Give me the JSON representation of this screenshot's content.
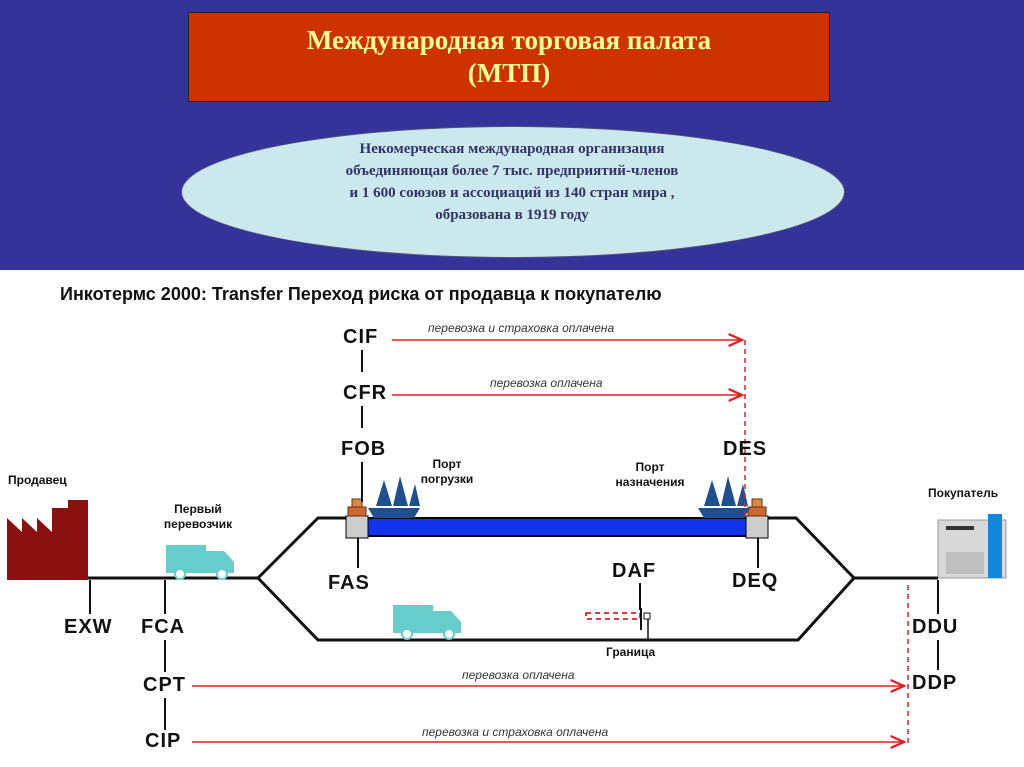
{
  "header": {
    "title_line1": "Международная торговая палата",
    "title_line2": "(МТП)",
    "desc_line1": "Некомерческая международная организация",
    "desc_line2": "объединяющая более 7 тыс. предприятий-членов",
    "desc_line3": "и 1 600 союзов и ассоциаций из 140 стран мира ,",
    "desc_line4": "образована в 1919 году"
  },
  "diagram": {
    "title": "Инкотермс 2000: Transfer Переход риска от продавца к покупателю",
    "terms": {
      "cif": "CIF",
      "cfr": "CFR",
      "fob": "FOB",
      "des": "DES",
      "fas": "FAS",
      "daf": "DAF",
      "deq": "DEQ",
      "exw": "EXW",
      "fca": "FCA",
      "cpt": "CPT",
      "cip": "CIP",
      "ddu": "DDU",
      "ddp": "DDP"
    },
    "notes": {
      "cif": "перевозка и страховка оплачена",
      "cfr": "перевозка оплачена",
      "cpt": "перевозка оплачена",
      "cip": "перевозка и страховка оплачена"
    },
    "places": {
      "seller": "Продавец",
      "buyer": "Покупатель",
      "first_carrier_1": "Первый",
      "first_carrier_2": "перевозчик",
      "port_load_1": "Порт",
      "port_load_2": "погрузки",
      "port_dest_1": "Порт",
      "port_dest_2": "назначения",
      "border": "Граница"
    },
    "colors": {
      "arrow": "#e02020",
      "water": "#1133ee",
      "truck": "#66cccc",
      "ship": "#1f4f8f",
      "factory": "#8b1010"
    }
  }
}
